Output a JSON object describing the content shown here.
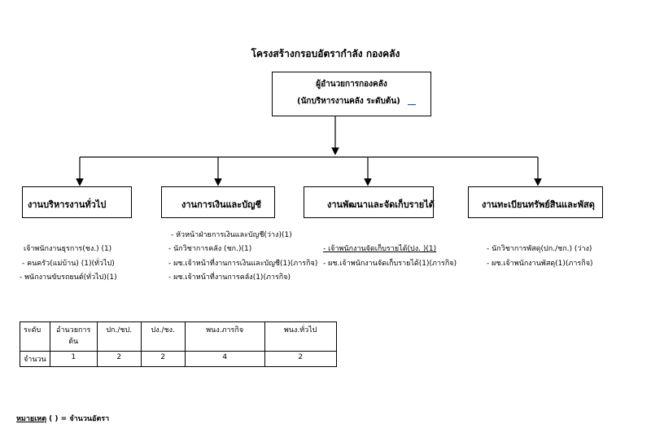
{
  "title": "โครงสร้างกรอบอัตรากำลัง กองคลัง",
  "top": {
    "line1": "ผู้อำนวยการกองคลัง",
    "line2": "(นักบริหารงานคลัง ระดับต้น)",
    "mark": "__"
  },
  "departments": [
    {
      "name": "งานบริหารงานทั่วไป",
      "items": [
        "เจ้าพนักงานธุรการ(ชง.) (1)",
        "- คนครัว(แม่บ้าน) (1)(ทั่วไป)",
        "-  พนักงานขับรถยนต์(ทั่วไป)(1)"
      ]
    },
    {
      "name": "งานการเงินและบัญชี",
      "head_note": "- หัวหน้าฝ่ายการเงินและบัญชี(ว่าง)(1)",
      "items": [
        "- นักวิชาการคลัง (ชก.)(1)",
        "- ผช.เจ้าหน้าที่งานการเงินและบัญชี(1)(ภารกิจ)",
        "-  ผช.เจ้าหน้าที่งานการคลัง(1)(ภารกิจ)"
      ]
    },
    {
      "name": "งานพัฒนาและจัดเก็บรายได้",
      "items": [
        "- เจ้าพนักงานจัดเก็บรายได้(ปง. )(1)",
        "- ผช.เจ้าพนักงานจัดเก็บรายได้(1)(ภารกิจ)"
      ]
    },
    {
      "name": "งานทะเบียนทรัพย์สินและพัสดุ",
      "items": [
        "-  นักวิชาการพัสดุ(ปก./ชก.) (ว่าง)",
        "-  ผช.เจ้าพนักงานพัสดุ(1)(ภารกิจ)"
      ]
    }
  ],
  "summary": {
    "headers": [
      "ระดับ",
      "อำนวยการต้น",
      "ปก./ชป.",
      "ปง./ชง.",
      "พนง.ภารกิจ",
      "พนง.ทั่วไป"
    ],
    "row": [
      "จำนวน",
      "1",
      "2",
      "2",
      "4",
      "2"
    ]
  },
  "note": {
    "label": "หมายเหตุ",
    "text": "  (     )  = จำนวนอัตรา"
  }
}
